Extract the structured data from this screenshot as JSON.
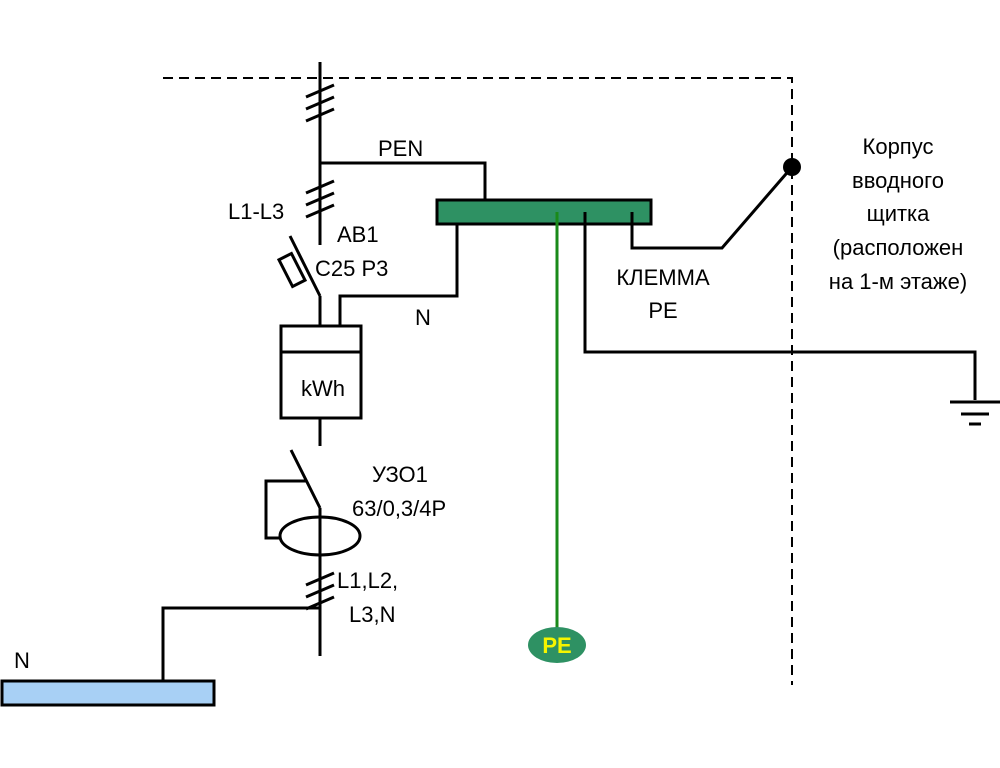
{
  "labels": {
    "pen": "PEN",
    "l1_l3": "L1-L3",
    "av1": "АВ1",
    "av1_rating": "С25 Р3",
    "n_mid": "N",
    "klemma_line1": "КЛЕММА",
    "klemma_line2": "PE",
    "korpus_line1": "Корпус",
    "korpus_line2": "вводного",
    "korpus_line3": "щитка",
    "korpus_line4": "(расположен",
    "korpus_line5": "на 1-м этаже)",
    "kwh": "kWh",
    "uzo": "УЗО1",
    "uzo_rating": "63/0,3/4P",
    "phases_line1": "L1,L2,",
    "phases_line2": "L3,N",
    "pe_badge": "PE",
    "n_bus": "N"
  },
  "colors": {
    "pe_busbar": "#2e9163",
    "pe_conductor": "#1a8a1a",
    "pe_badge_fill": "#2e9163",
    "pe_badge_text": "#f5f500",
    "n_busbar": "#a8d0f5"
  }
}
